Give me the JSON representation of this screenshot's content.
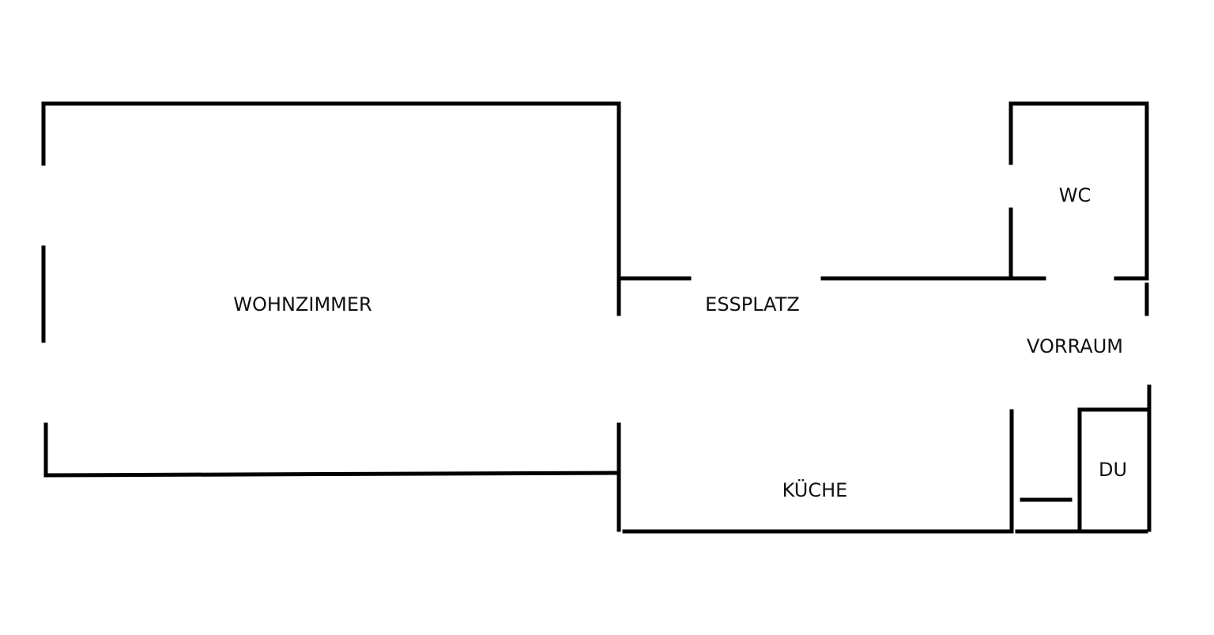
{
  "plan": {
    "rooms": [
      {
        "id": "wohnzimmer",
        "label": "WOHNZIMMER"
      },
      {
        "id": "esplatz",
        "label": "ESSPLATZ"
      },
      {
        "id": "wc",
        "label": "WC"
      },
      {
        "id": "vorraum",
        "label": "VORRAUM"
      },
      {
        "id": "kueche",
        "label": "KÜCHE"
      },
      {
        "id": "du",
        "label": "DU"
      }
    ]
  }
}
